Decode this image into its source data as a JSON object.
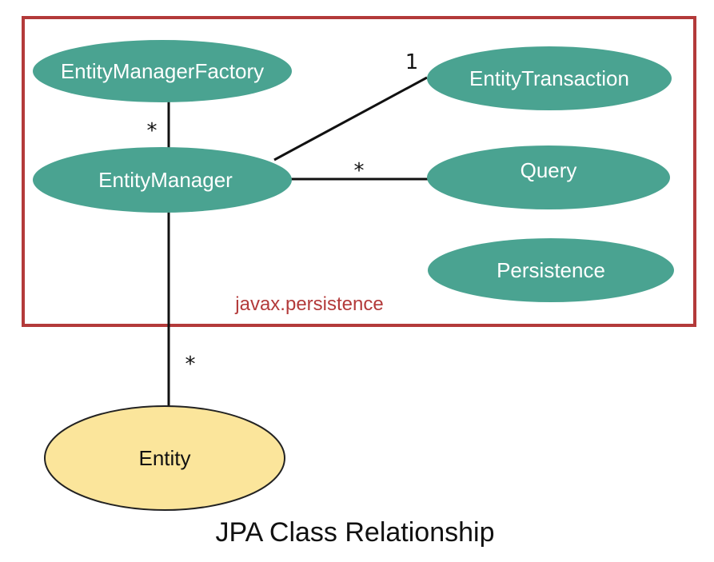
{
  "colors": {
    "node_fill": "#4aa391",
    "entity_fill": "#fbe59b",
    "entity_stroke": "#222222",
    "package_border": "#b33a3a",
    "package_label": "#b33a3a",
    "line": "#111111"
  },
  "package": {
    "label": "javax.persistence"
  },
  "nodes": {
    "entity_manager_factory": "EntityManagerFactory",
    "entity_transaction": "EntityTransaction",
    "entity_manager": "EntityManager",
    "query": "Query",
    "persistence": "Persistence",
    "entity": "Entity"
  },
  "multiplicities": {
    "factory_to_manager": "*",
    "manager_to_transaction": "1",
    "manager_to_query": "*",
    "manager_to_entity": "*"
  },
  "caption": "JPA Class Relationship"
}
